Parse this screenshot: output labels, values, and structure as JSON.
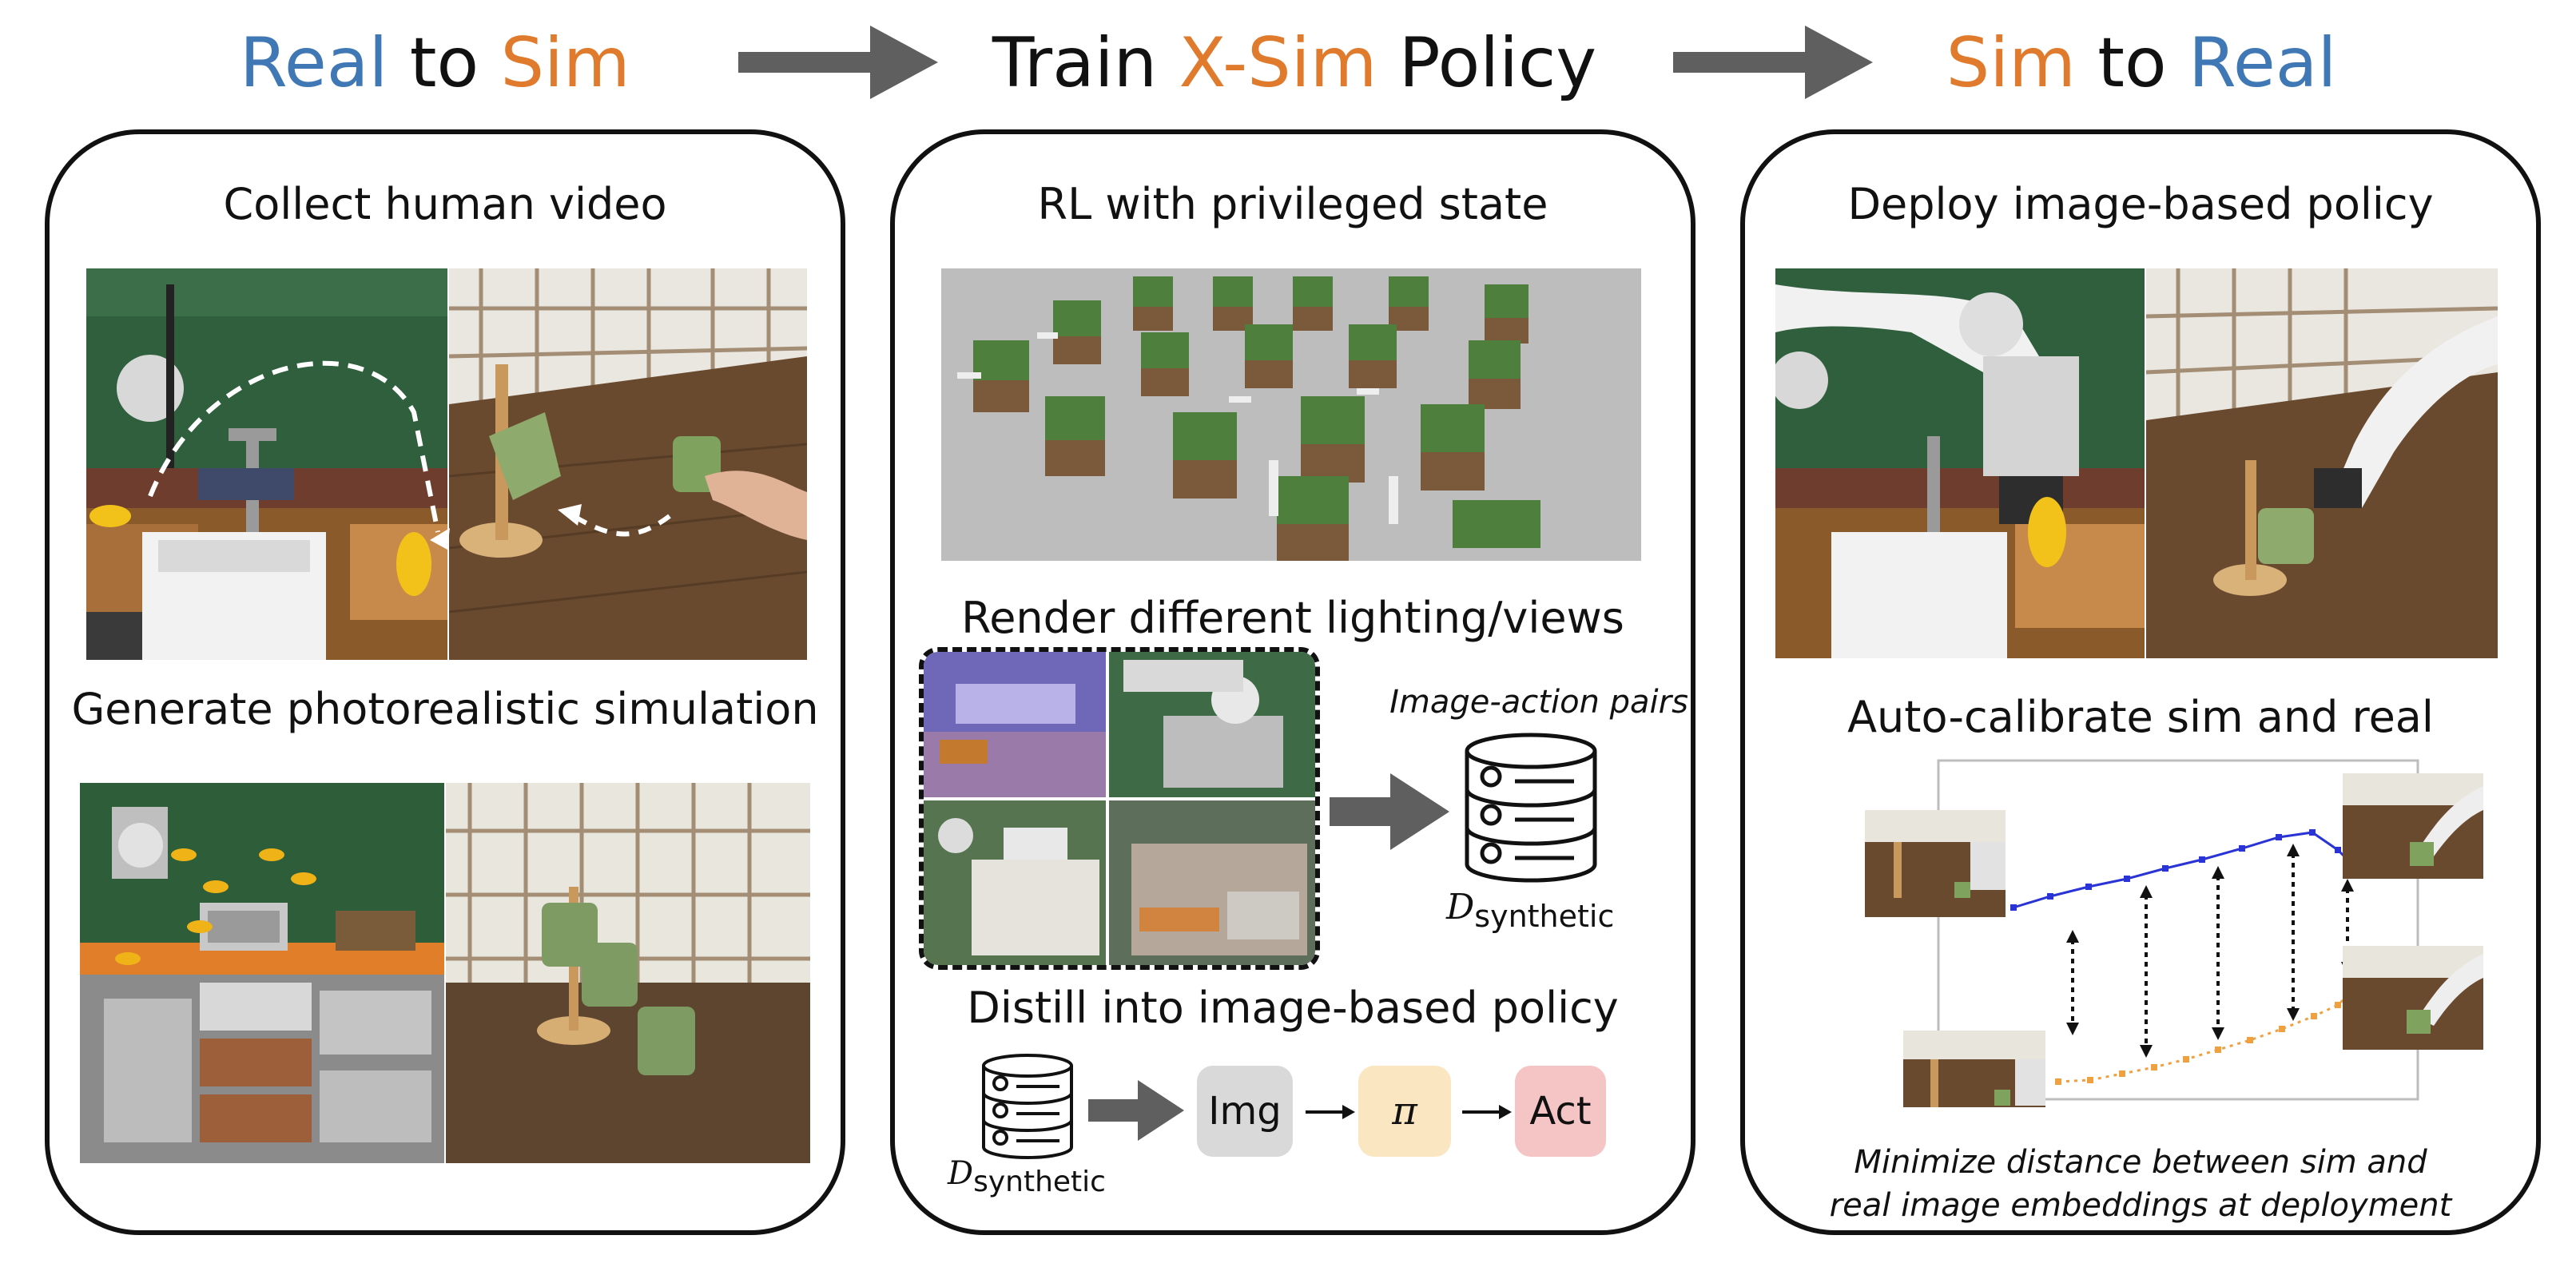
{
  "header": {
    "left": {
      "a": "Real",
      "b": "to",
      "c": "Sim"
    },
    "middle": {
      "a": "Train",
      "b": "X-Sim",
      "c": "Policy"
    },
    "right": {
      "a": "Sim",
      "b": "to",
      "c": "Real"
    }
  },
  "left_panel": {
    "title_top": "Collect human video",
    "title_bottom": "Generate photorealistic simulation"
  },
  "middle_panel": {
    "title_top": "RL with privileged state",
    "title_render": "Render different lighting/views",
    "pairs_caption": "Image-action pairs",
    "dataset_label": {
      "d": "D",
      "sub": "synthetic"
    },
    "title_distill": "Distill into image-based policy",
    "pipeline": {
      "img": "Img",
      "pi": "π",
      "act": "Act"
    }
  },
  "right_panel": {
    "title_top": "Deploy image-based policy",
    "title_calib": "Auto-calibrate sim and real",
    "caption_line1": "Minimize distance between sim and",
    "caption_line2": "real image embeddings at deployment"
  },
  "colors": {
    "real_blue": "#3f78b4",
    "sim_orange": "#e07b2e",
    "img_box": "#d9d9d9",
    "pi_box": "#fbe6c2",
    "act_box": "#f5c4c4",
    "blue_curve": "#2a34d6",
    "orange_curve": "#efa040"
  }
}
